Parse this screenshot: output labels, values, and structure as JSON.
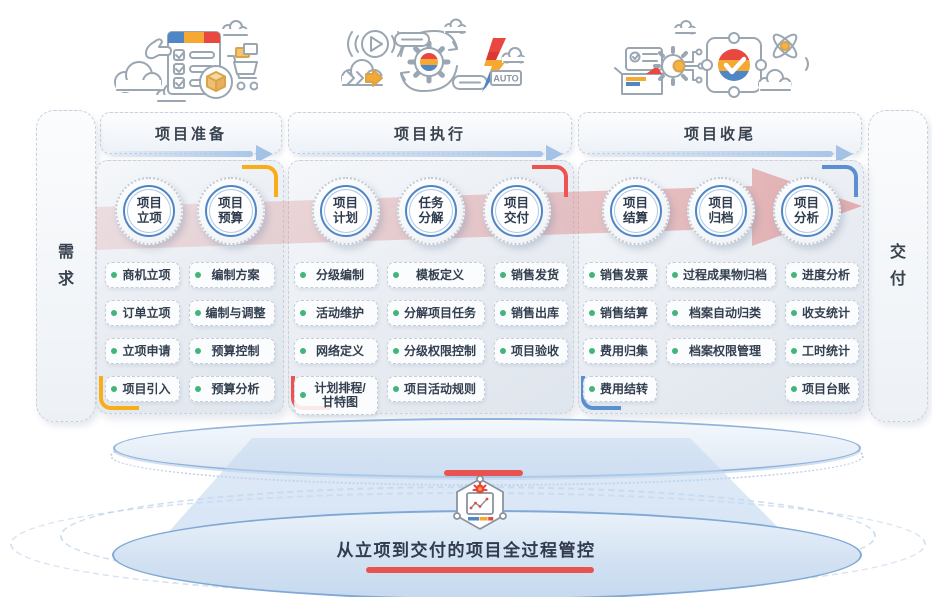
{
  "side_labels": {
    "left": "需求",
    "right": "交付"
  },
  "caption": "从立项到交付的项目全过程管控",
  "icons": {
    "auto_label": "AUTO"
  },
  "palette": {
    "blue": "#4f86c6",
    "red": "#e8483f",
    "yellow": "#f5a832",
    "green_bullet": "#43b579",
    "pink_band": "#d97b7b",
    "arrow_blue": "#a3c2e6"
  },
  "stages": [
    {
      "title": "项目准备",
      "accent": "#f9ae19",
      "circles": [
        [
          "项目",
          "立项"
        ],
        [
          "项目",
          "预算"
        ]
      ],
      "columns": [
        [
          "商机立项",
          "订单立项",
          "立项申请",
          "项目引入"
        ],
        [
          "编制方案",
          "编制与调整",
          "预算控制",
          "预算分析"
        ]
      ]
    },
    {
      "title": "项目执行",
      "accent": "#ee5350",
      "circles": [
        [
          "项目",
          "计划"
        ],
        [
          "任务",
          "分解"
        ],
        [
          "项目",
          "交付"
        ]
      ],
      "columns": [
        [
          "分级编制",
          "活动维护",
          "网络定义",
          "计划排程/甘特图"
        ],
        [
          "模板定义",
          "分解项目任务",
          "分级权限控制",
          "项目活动规则"
        ],
        [
          "销售发货",
          "销售出库",
          "项目验收"
        ]
      ]
    },
    {
      "title": "项目收尾",
      "accent": "#5b8fd0",
      "circles": [
        [
          "项目",
          "结算"
        ],
        [
          "项目",
          "归档"
        ],
        [
          "项目",
          "分析"
        ]
      ],
      "columns": [
        [
          "销售发票",
          "销售结算",
          "费用归集",
          "费用结转"
        ],
        [
          "过程成果物归档",
          "档案自动归类",
          "档案权限管理"
        ],
        [
          "进度分析",
          "收支统计",
          "工时统计",
          "项目台账"
        ]
      ]
    }
  ]
}
